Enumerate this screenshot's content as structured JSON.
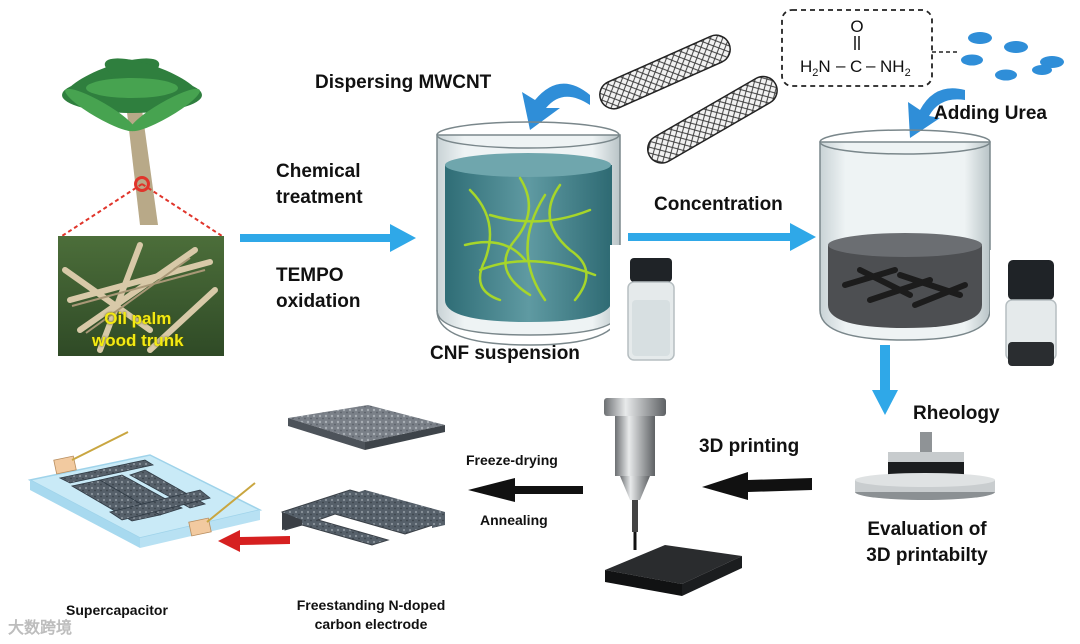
{
  "labels": {
    "dispersing": "Dispersing MWCNT",
    "adding_urea": "Adding Urea",
    "chemical_treatment": "Chemical\ntreatment",
    "tempo": "TEMPO\noxidation",
    "cnf_suspension": "CNF suspension",
    "concentration": "Concentration",
    "oil_palm": "Oil palm\nwood trunk",
    "rheology": "Rheology",
    "printing_3d": "3D printing",
    "freeze_drying": "Freeze-drying",
    "annealing": "Annealing",
    "evaluation": "Evaluation of\n3D printabilty",
    "supercapacitor": "Supercapacitor",
    "freestanding": "Freestanding N-doped\ncarbon electrode"
  },
  "urea_formula": {
    "left": "H2N",
    "dash1": "–",
    "center": "C",
    "dash2": "–",
    "right": "NH2",
    "top": "O"
  },
  "watermark": "大数跨境",
  "colors": {
    "process_arrow": "#2fa8e8",
    "print_arrow": "#111111",
    "red_arrow": "#d62020",
    "dash_line": "#e0352b",
    "liquid": "#3c7d86",
    "dark_gel": "#4d4f52"
  }
}
